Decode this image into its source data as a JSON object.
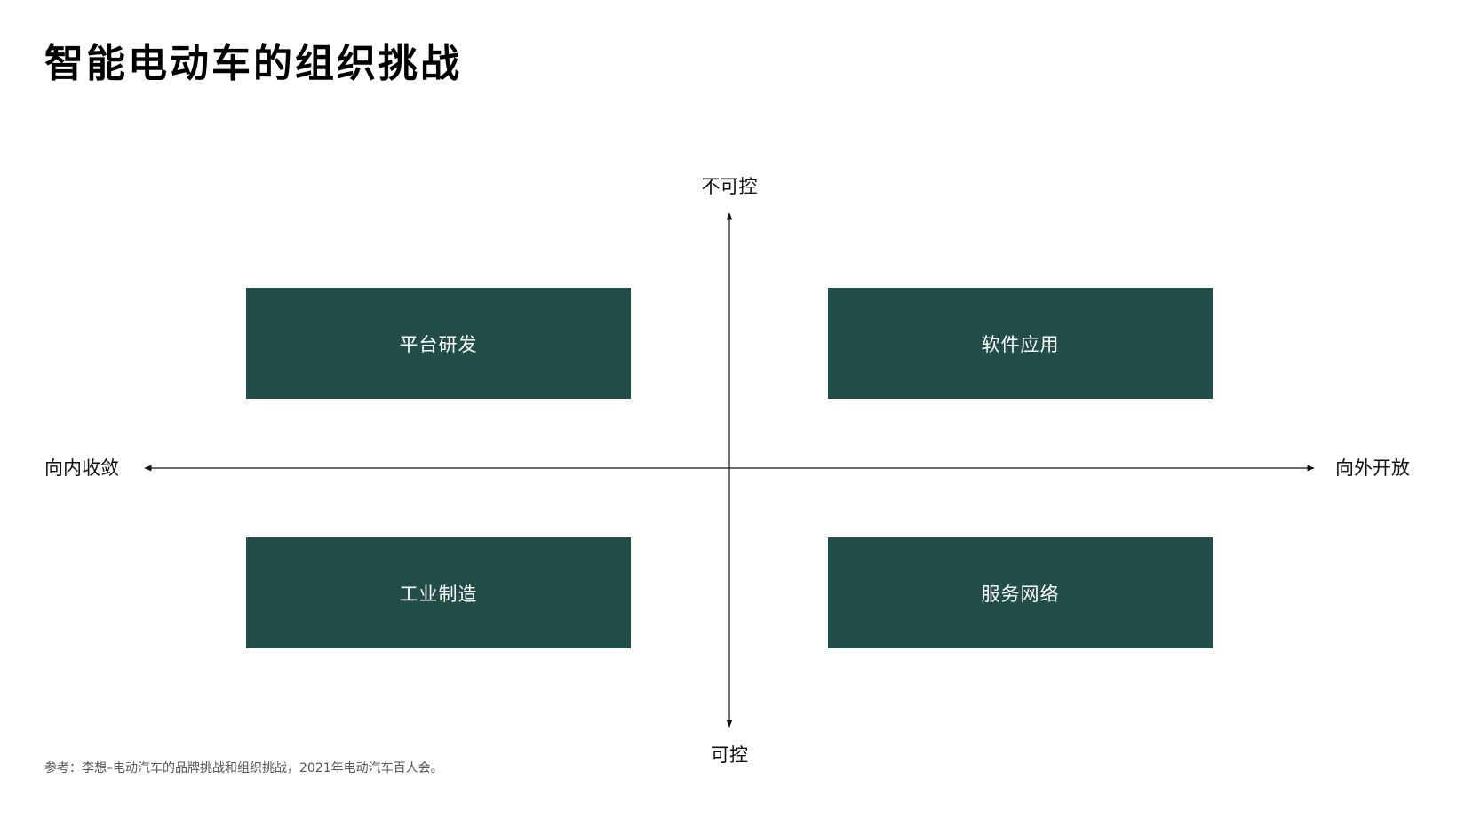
{
  "title": "智能电动车的组织挑战",
  "colors": {
    "box_fill": "#224e49",
    "box_text": "#ffffff",
    "axis": "#111111",
    "footnote": "#555555"
  },
  "axes": {
    "top_label": "不可控",
    "bottom_label": "可控",
    "left_label": "向内收敛",
    "right_label": "向外开放"
  },
  "quadrants": [
    {
      "position": "top-left",
      "label": "平台研发"
    },
    {
      "position": "top-right",
      "label": "软件应用"
    },
    {
      "position": "bottom-left",
      "label": "工业制造"
    },
    {
      "position": "bottom-right",
      "label": "服务网络"
    }
  ],
  "footnote": "参考：李想–电动汽车的品牌挑战和组织挑战，2021年电动汽车百人会。"
}
